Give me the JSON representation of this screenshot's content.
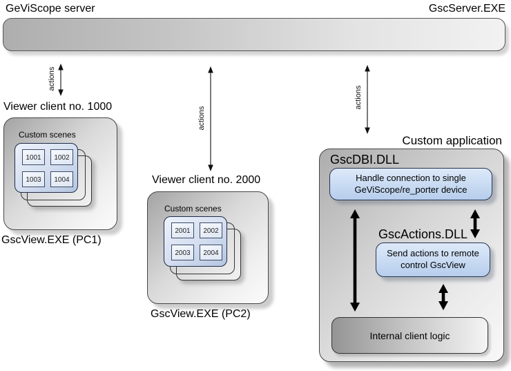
{
  "server": {
    "title": "GeViScope server",
    "exe": "GscServer.EXE"
  },
  "actions_label": "actions",
  "clients": [
    {
      "heading": "Viewer client no. 1000",
      "panel_title": "Custom scenes",
      "scenes": [
        "1001",
        "1002",
        "1003",
        "1004"
      ],
      "footer": "GscView.EXE (PC1)"
    },
    {
      "heading": "Viewer client no. 2000",
      "panel_title": "Custom scenes",
      "scenes": [
        "2001",
        "2002",
        "2003",
        "2004"
      ],
      "footer": "GscView.EXE (PC2)"
    }
  ],
  "custom_app": {
    "heading": "Custom application",
    "dbi_title": "GscDBI.DLL",
    "dbi_box": {
      "line1": "Handle connection to single",
      "line2": "GeViScope/re_porter device"
    },
    "actions_title": "GscActions.DLL",
    "actions_box": {
      "line1": "Send actions to remote",
      "line2": "control GscView"
    },
    "internal_label": "Internal client logic"
  },
  "colors": {
    "panel_blue_light": "#dde9f9",
    "panel_blue_dark": "#b6cdec",
    "box_gray_dark": "#a4a4a4",
    "box_gray_light": "#fbfbfb",
    "arrow_black": "#000000"
  }
}
